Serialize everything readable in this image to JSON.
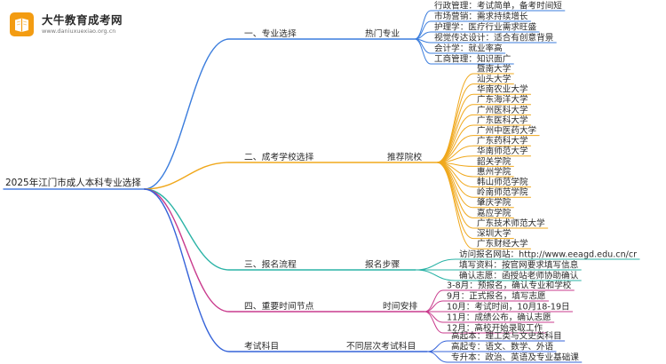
{
  "logo": {
    "name": "大牛教育成考网",
    "url": "www.daniuxuexiao.org.cn",
    "color": "#f39c12",
    "icon": "book-logo-icon"
  },
  "root": {
    "label": "2025年江门市成人本科专业选择",
    "color": "#4a7fe0"
  },
  "branches": [
    {
      "label": "一、专业选择",
      "sublabel": "热门专业",
      "color": "#3b7ddd",
      "leaves": [
        "行政管理：考试简单，备考时间短",
        "市场营销：需求持续增长",
        "护理学：医疗行业需求旺盛",
        "视觉传达设计：适合有创意背景",
        "会计学：就业率高",
        "工商管理：知识面广"
      ]
    },
    {
      "label": "二、成考学校选择",
      "sublabel": "推荐院校",
      "color": "#f0a81c",
      "leaves": [
        "暨南大学",
        "汕头大学",
        "华南农业大学",
        "广东海洋大学",
        "广州医科大学",
        "广东医科大学",
        "广州中医药大学",
        "广东药科大学",
        "华南师范大学",
        "韶关学院",
        "惠州学院",
        "韩山师范学院",
        "岭南师范学院",
        "肇庆学院",
        "嘉应学院",
        "广东技术师范大学",
        "深圳大学",
        "广东财经大学"
      ]
    },
    {
      "label": "三、报名流程",
      "sublabel": "报名步骤",
      "color": "#2ab3a6",
      "leaves": [
        "访问报名网站：http://www.eeagd.edu.cn/cr",
        "填写资料：按官网要求填写信息",
        "确认志愿：函授站老师协助确认"
      ]
    },
    {
      "label": "四、重要时间节点",
      "sublabel": "时间安排",
      "color": "#c93b8d",
      "leaves": [
        "3-8月：预报名，确认专业和学校",
        "9月：正式报名，填写志愿",
        "10月：考试时间，10月18-19日",
        "11月：成绩公布，确认志愿",
        "12月：高校开始录取工作"
      ]
    },
    {
      "label": "考试科目",
      "sublabel": "不同层次考试科目",
      "color": "#3563d9",
      "leaves": [
        "高起本：理工类与文史类科目",
        "高起专：语文、数学、外语",
        "专升本：政治、英语及专业基础课"
      ]
    }
  ]
}
